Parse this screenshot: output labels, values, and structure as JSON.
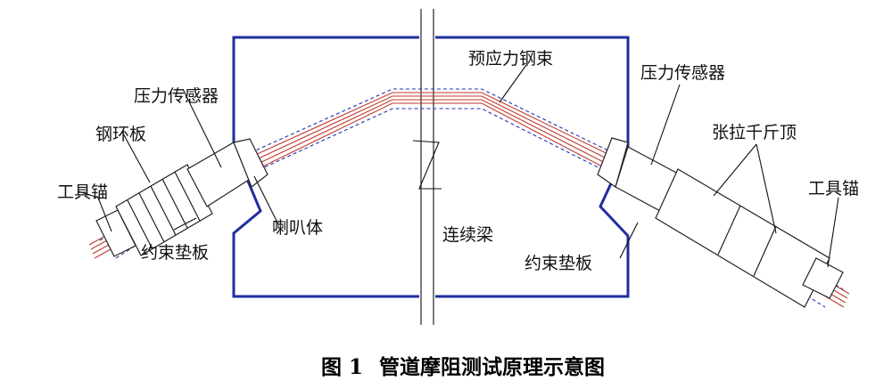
{
  "labels": {
    "tool_anchor_left": "工具锚",
    "steel_ring_plate": "钢环板",
    "pressure_sensor_left": "压力传感器",
    "horn_body": "喇叭体",
    "restraint_pad_left": "约束垫板",
    "prestress_tendon": "预应力钢束",
    "continuous_beam": "连续梁",
    "pressure_sensor_right": "压力传感器",
    "tension_jack": "张拉千斤顶",
    "restraint_pad_right": "约束垫板",
    "tool_anchor_right": "工具锚"
  },
  "caption": {
    "number": "图 1",
    "title": "管道摩阻测试原理示意图"
  },
  "colors": {
    "beam": "#1f2f9e",
    "tendon": "#c0392b",
    "duct": "#2030b0",
    "equipment": "#222222"
  }
}
